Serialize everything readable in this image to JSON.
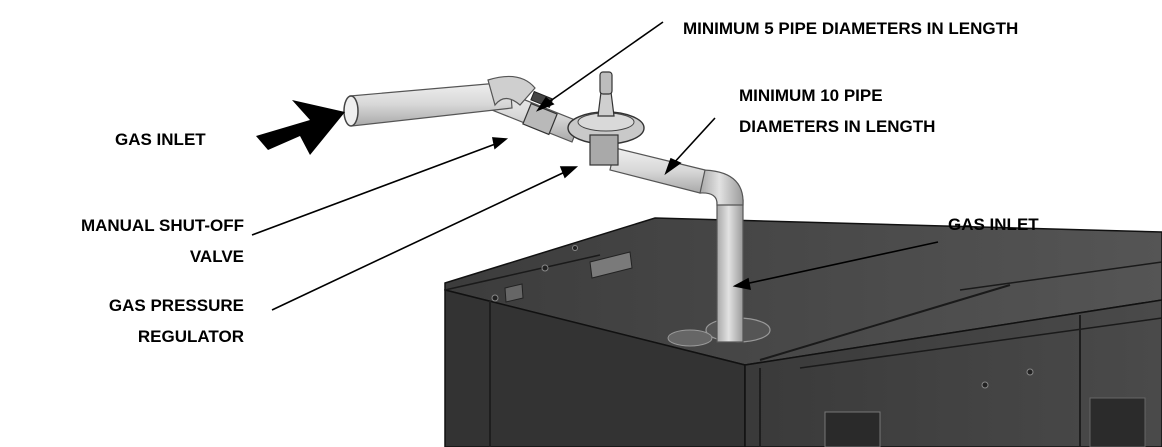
{
  "labels": {
    "min_5_pipe": "MINIMUM 5 PIPE DIAMETERS IN LENGTH",
    "min_10_pipe_line1": "MINIMUM 10 PIPE",
    "min_10_pipe_line2": "DIAMETERS IN LENGTH",
    "gas_inlet_left": "GAS INLET",
    "manual_shutoff_line1": "MANUAL SHUT-OFF",
    "manual_shutoff_line2": "VALVE",
    "gas_pressure_line1": "GAS PRESSURE",
    "gas_pressure_line2": "REGULATOR",
    "gas_inlet_right": "GAS INLET"
  },
  "colors": {
    "unit_body": "#3f3f3f",
    "unit_top": "#4a4a4a",
    "pipe": "#d7d7d7",
    "outline": "#000000"
  }
}
